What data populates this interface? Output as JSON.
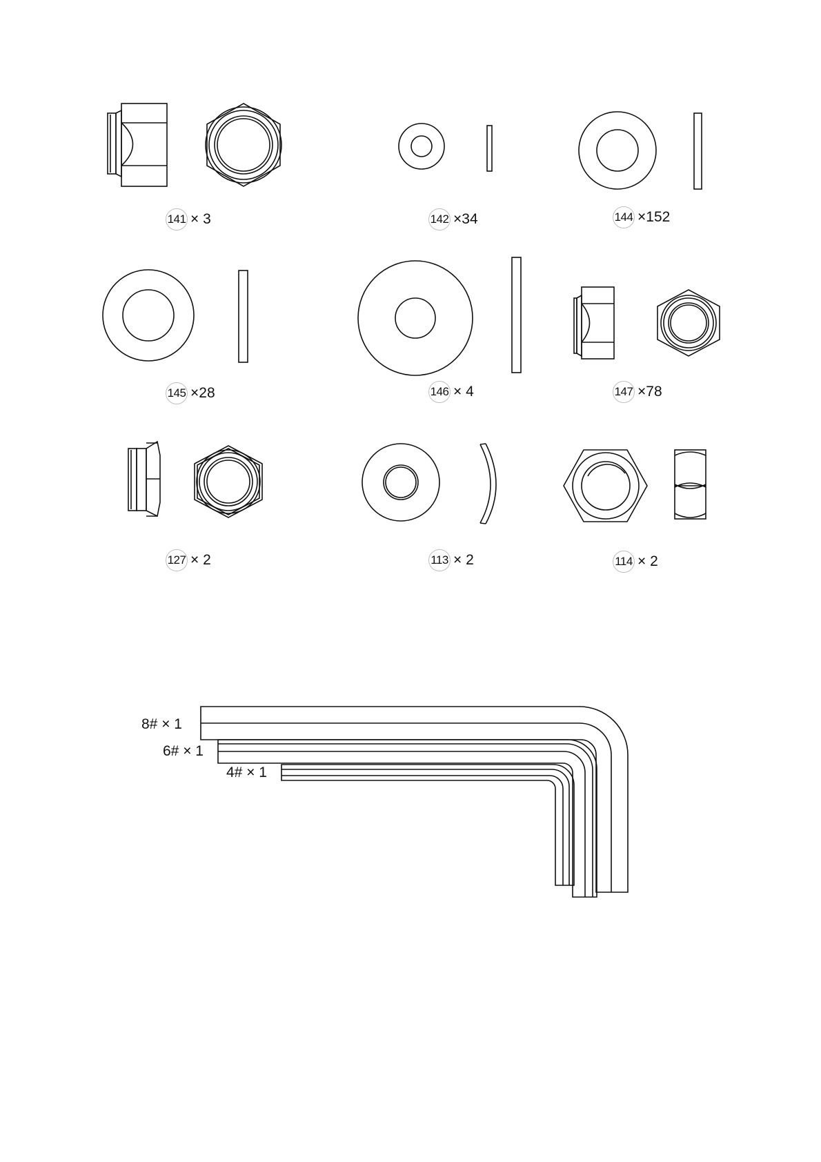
{
  "parts": [
    {
      "number": "141",
      "quantity": "× 3",
      "drawing": "nylon-lock-nut"
    },
    {
      "number": "142",
      "quantity": "×34",
      "drawing": "small-flat-washer"
    },
    {
      "number": "144",
      "quantity": "×152",
      "drawing": "flat-washer"
    },
    {
      "number": "145",
      "quantity": "×28",
      "drawing": "flat-washer"
    },
    {
      "number": "146",
      "quantity": "× 4",
      "drawing": "large-fender-washer"
    },
    {
      "number": "147",
      "quantity": "×78",
      "drawing": "nylon-lock-nut"
    },
    {
      "number": "127",
      "quantity": "× 2",
      "drawing": "nylon-lock-nut"
    },
    {
      "number": "113",
      "quantity": "× 2",
      "drawing": "curved-spring-washer"
    },
    {
      "number": "114",
      "quantity": "× 2",
      "drawing": "hex-nut"
    }
  ],
  "hex_keys": [
    {
      "label": "8#  × 1",
      "drawing": "allen-key"
    },
    {
      "label": "6#  × 1",
      "drawing": "allen-key"
    },
    {
      "label": "4#  × 1",
      "drawing": "allen-key"
    }
  ],
  "colors": {
    "stroke": "#111111",
    "label_circle": "#bfbfbf"
  }
}
